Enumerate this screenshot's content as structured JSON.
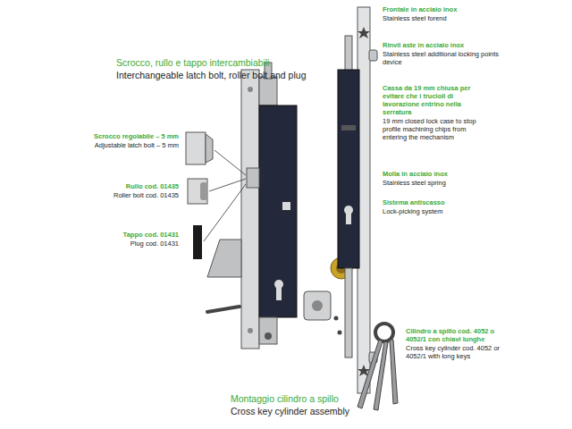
{
  "diagram": {
    "labels": [
      "Scrocco, rullo e tappo intercambiabili",
      "Interchangeable latch bolt, roller bolt and plug",
      "Scrocco regolabile – 5 mm",
      "Adjustable latch bolt – 5 mm",
      "Rullo cod. 01435",
      "Roller bolt cod. 01435",
      "Tappo cod. 01431",
      "Plug cod. 01431",
      "Montaggio cilindro a spillo",
      "Cross key cylinder assembly",
      "Frontale in acciaio inox",
      "Stainless steel forend",
      "Rinvii aste in acciaio inox",
      "Stainless steel additional locking points device",
      "Cassa da 19 mm chiusa per evitare che i trucioli di lavorazione entrino nella serratura",
      "19 mm closed lock case to stop profile machining chips from entering the mechanism",
      "Molla in acciaio inox",
      "Stainless steel spring",
      "Sistema antiscasso",
      "Lock-picking system",
      "Cilindro a spillo cod. 4052 o 4052/1 con chiavi lunghe",
      "Cross key cylinder cod. 4052 or 4052/1 with long keys"
    ]
  }
}
